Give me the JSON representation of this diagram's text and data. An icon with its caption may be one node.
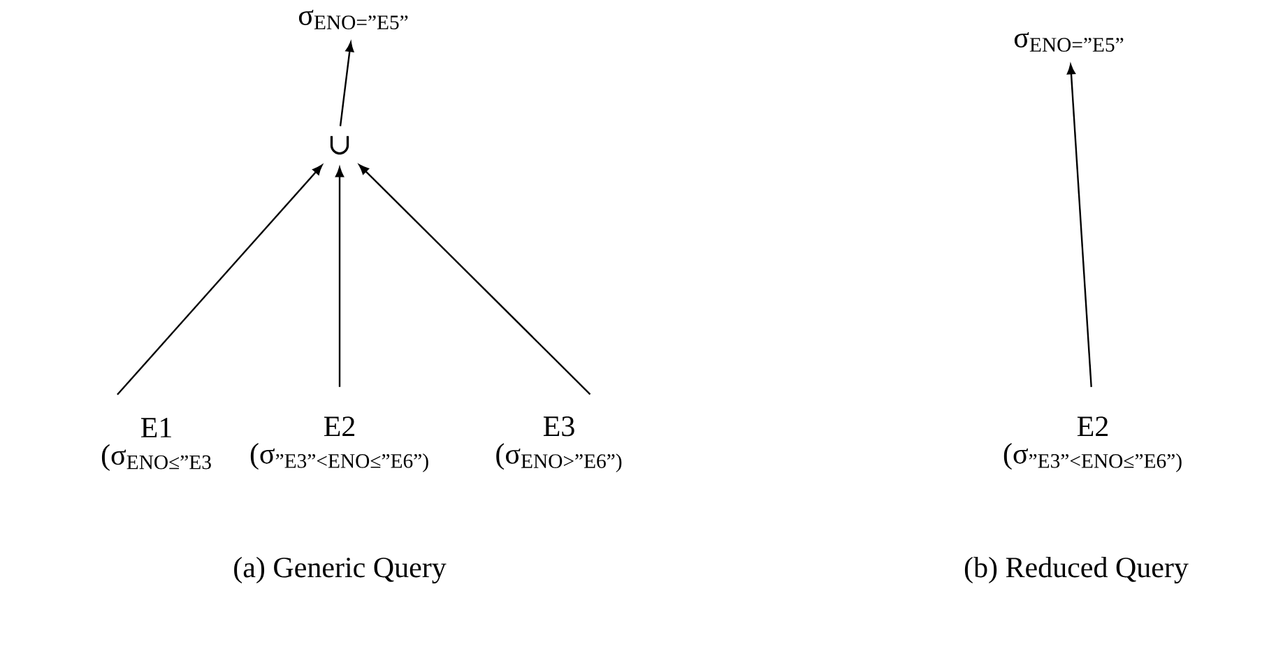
{
  "diagram": {
    "nodes": [
      {
        "text": [
          "σ$_{ENO=”E5”}$"
        ]
      },
      {
        "text": [
          "∪"
        ]
      },
      {
        "text": [
          "E1",
          "(σ$_{ENO≤”E3}$"
        ]
      },
      {
        "text": [
          "E2",
          "(σ$_{”E3”<ENO≤”E6”)}$"
        ]
      },
      {
        "text": [
          "E3",
          "(σ$_{ENO>”E6”)}$"
        ]
      },
      {
        "text": [
          "σ$_{ENO=”E5”}$"
        ]
      },
      {
        "text": [
          "E2",
          "(σ$_{”E3”<ENO≤”E6”)}$"
        ]
      }
    ],
    "edges": [
      {
        "from": 2,
        "to": 1,
        "arrow": "to"
      },
      {
        "from": 3,
        "to": 1,
        "arrow": "to"
      },
      {
        "from": 4,
        "to": 1,
        "arrow": "to"
      },
      {
        "from": 1,
        "to": 0,
        "arrow": "to"
      },
      {
        "from": 6,
        "to": 5,
        "arrow": "to"
      }
    ],
    "labels": [
      "(a) Generic Query",
      "(b) Reduced Query"
    ]
  }
}
